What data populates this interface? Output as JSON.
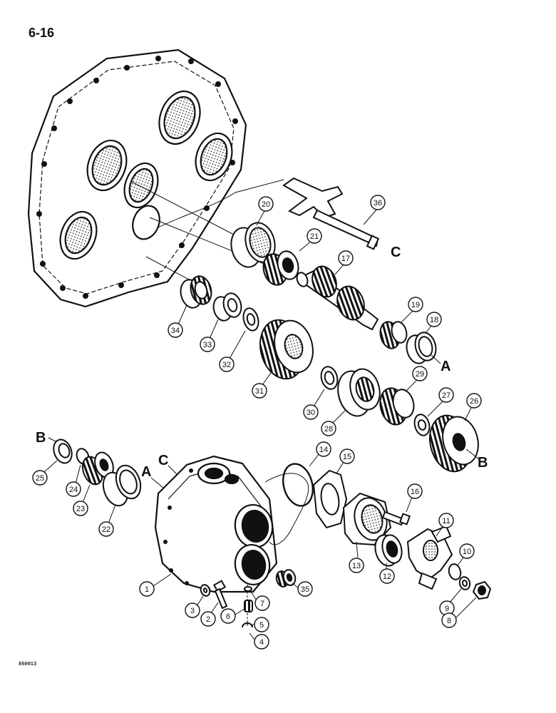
{
  "page": {
    "number": "6-16",
    "figure_code": "850013"
  },
  "callouts": [
    "1",
    "2",
    "3",
    "4",
    "5",
    "6",
    "7",
    "8",
    "9",
    "10",
    "11",
    "12",
    "13",
    "14",
    "15",
    "16",
    "17",
    "18",
    "19",
    "20",
    "21",
    "22",
    "23",
    "24",
    "25",
    "26",
    "27",
    "28",
    "29",
    "30",
    "31",
    "32",
    "33",
    "34",
    "35",
    "36"
  ],
  "connectors": [
    "A",
    "B",
    "C"
  ],
  "parts": [
    {
      "id": "transmission-housing",
      "label": ""
    },
    {
      "id": "shift-fork",
      "label": "36"
    },
    {
      "id": "bearing-cup",
      "label": "20"
    },
    {
      "id": "bearing-cone",
      "label": "21"
    },
    {
      "id": "output-shaft",
      "label": "17"
    },
    {
      "id": "bearing-cone",
      "label": "19"
    },
    {
      "id": "bearing-cup",
      "label": "18"
    },
    {
      "id": "needle-bearing",
      "label": "34"
    },
    {
      "id": "spacer",
      "label": "33"
    },
    {
      "id": "thrust-washer",
      "label": "32"
    },
    {
      "id": "gear",
      "label": "31"
    },
    {
      "id": "thrust-washer",
      "label": "30"
    },
    {
      "id": "coupler",
      "label": "28"
    },
    {
      "id": "gear",
      "label": "29"
    },
    {
      "id": "thrust-washer",
      "label": "27"
    },
    {
      "id": "gear",
      "label": "26"
    },
    {
      "id": "seal",
      "label": "25"
    },
    {
      "id": "snap-ring",
      "label": "24"
    },
    {
      "id": "bearing-cone",
      "label": "23"
    },
    {
      "id": "bearing-cup",
      "label": "22"
    },
    {
      "id": "case",
      "label": "1"
    },
    {
      "id": "gasket",
      "label": "14"
    },
    {
      "id": "gasket",
      "label": "15"
    },
    {
      "id": "retainer",
      "label": "13"
    },
    {
      "id": "bolt",
      "label": "16"
    },
    {
      "id": "seal",
      "label": "12"
    },
    {
      "id": "yoke",
      "label": "11"
    },
    {
      "id": "o-ring",
      "label": "10"
    },
    {
      "id": "washer",
      "label": "9"
    },
    {
      "id": "nut",
      "label": "8"
    },
    {
      "id": "bolt",
      "label": "2"
    },
    {
      "id": "washer",
      "label": "3"
    },
    {
      "id": "detent-plug",
      "label": "7"
    },
    {
      "id": "spring",
      "label": "6"
    },
    {
      "id": "ball",
      "label": "5"
    },
    {
      "id": "ring",
      "label": "4"
    },
    {
      "id": "bearing",
      "label": "35"
    }
  ]
}
